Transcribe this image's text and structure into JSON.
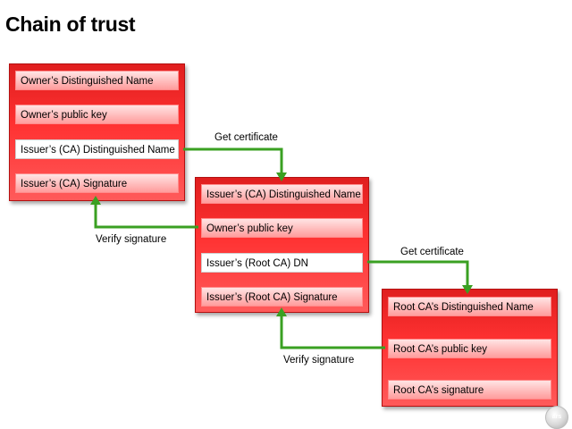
{
  "title": "Chain of trust",
  "certificates": [
    {
      "fields": [
        "Owner’s Distinguished Name",
        "Owner’s public key",
        "Issuer’s (CA) Distinguished Name",
        "Issuer’s (CA) Signature"
      ]
    },
    {
      "fields": [
        "Issuer’s (CA) Distinguished Name",
        "Owner’s public key",
        "Issuer’s (Root CA) DN",
        "Issuer’s (Root CA) Signature"
      ]
    },
    {
      "fields": [
        "Root CA’s Distinguished Name",
        "Root CA’s public key",
        "Root CA’s signature"
      ]
    }
  ],
  "labels": {
    "get_certificate_1": "Get certificate",
    "get_certificate_2": "Get certificate",
    "verify_signature_1": "Verify signature",
    "verify_signature_2": "Verify signature"
  },
  "logo": {
    "text": "ars"
  },
  "colors": {
    "certificate_red": "#ff3232",
    "arrow_green": "#3aa022",
    "highlight_field": "#ffffff"
  }
}
